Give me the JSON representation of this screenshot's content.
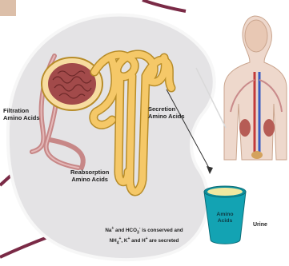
{
  "labels": {
    "filtration": [
      "Filtration",
      "Amino Acids"
    ],
    "secretion": [
      "Secretion",
      "Amino Acids"
    ],
    "reabsorption": [
      "Reabsorption",
      "Amino Acids"
    ],
    "cup": [
      "Amino",
      "Acids"
    ],
    "urine": "Urine",
    "note_line1": [
      "Na",
      "+",
      " and HCO",
      "3",
      "-",
      " is conserved and"
    ],
    "note_line2": [
      "NH",
      "4",
      "+",
      ", K",
      "+",
      " and H",
      "+",
      " are secreted"
    ]
  },
  "colors": {
    "kidney_fill": "#e4e3e5",
    "kidney_outline": "#f6f6f6",
    "tubule": "#f5c868",
    "tubule_edge": "#b88d2a",
    "glomerulus": "#a24a4a",
    "vessel": "#c78787",
    "arc_accent": "#7a2a46",
    "cup": "#13a3b3",
    "corner_patch": "#dcbfa9"
  }
}
